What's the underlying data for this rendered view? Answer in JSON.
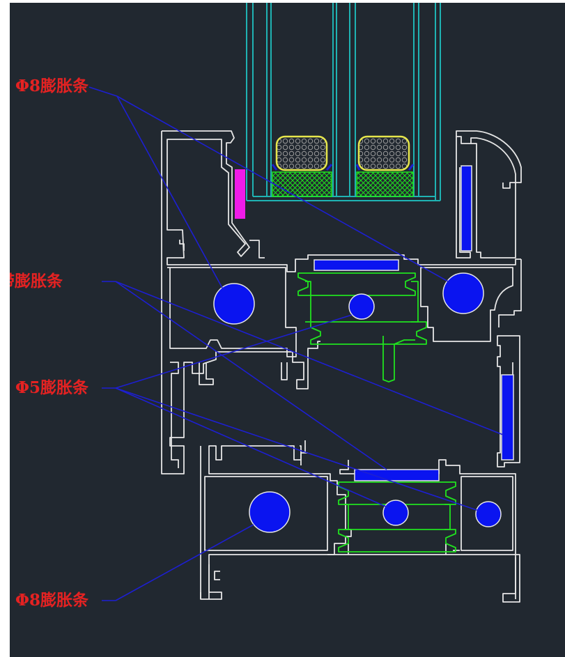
{
  "colors": {
    "canvas_bg": "#212830",
    "frame_outline": "#e6e6e6",
    "glass": "#1fb3b3",
    "leader": "#1d1fd2",
    "strip_fill": "#0a14f0",
    "insulation_green": "#20e21f",
    "gasket_yellow": "#e7e74c",
    "seal_magenta": "#ef1be8",
    "label_red": "#e42222"
  },
  "labels": {
    "phi8_top": "Φ8膨胀条",
    "dai_strip": "带膨胀条",
    "phi5": "Φ5膨胀条",
    "phi8_bottom": "Φ8膨胀条"
  }
}
